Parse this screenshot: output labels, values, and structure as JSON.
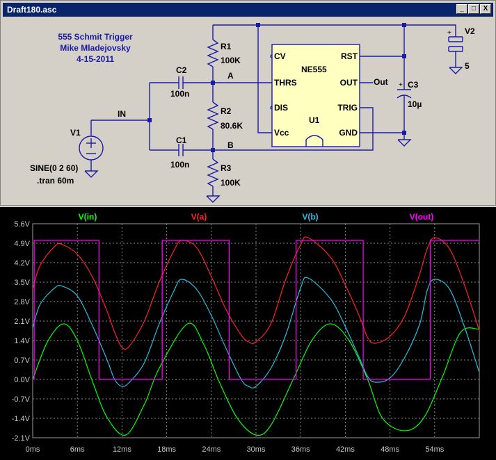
{
  "window": {
    "title": "Draft180.asc",
    "minimize": "_",
    "maximize": "□",
    "close": "X"
  },
  "schematic": {
    "header": [
      "555 Schmit Trigger",
      "Mike Mladejovsky",
      "4-15-2011"
    ],
    "components": {
      "R1": {
        "name": "R1",
        "value": "100K"
      },
      "R2": {
        "name": "R2",
        "value": "80.6K"
      },
      "R3": {
        "name": "R3",
        "value": "100K"
      },
      "C1": {
        "name": "C1",
        "value": "100n"
      },
      "C2": {
        "name": "C2",
        "value": "100n"
      },
      "C3": {
        "name": "C3",
        "value": "10µ"
      },
      "V1": {
        "name": "V1",
        "value": "SINE(0 2 60)"
      },
      "V2": {
        "name": "V2",
        "value": "5"
      },
      "U1": {
        "name": "U1",
        "part": "NE555"
      }
    },
    "pins": {
      "cv": "CV",
      "thrs": "THRS",
      "dis": "DIS",
      "vcc": "Vcc",
      "rst": "RST",
      "out": "OUT",
      "trig": "TRIG",
      "gnd": "GND"
    },
    "nets": {
      "in": "IN",
      "a": "A",
      "b": "B",
      "out": "Out"
    },
    "directive": ".tran 60m",
    "plus": "+"
  },
  "plot": {
    "legend": [
      {
        "label": "V(in)",
        "color": "#00ff00"
      },
      {
        "label": "V(a)",
        "color": "#ff2020"
      },
      {
        "label": "V(b)",
        "color": "#20c0e0"
      },
      {
        "label": "V(out)",
        "color": "#ff00ff"
      }
    ]
  },
  "chart_data": {
    "type": "line",
    "x_unit": "ms",
    "xlim": [
      0,
      60
    ],
    "ylim": [
      -2.1,
      5.6
    ],
    "x_ticks": [
      "0ms",
      "6ms",
      "12ms",
      "18ms",
      "24ms",
      "30ms",
      "36ms",
      "42ms",
      "48ms",
      "54ms"
    ],
    "y_ticks": [
      "5.6V",
      "4.9V",
      "4.2V",
      "3.5V",
      "2.8V",
      "2.1V",
      "1.4V",
      "0.7V",
      "0.0V",
      "-0.7V",
      "-1.4V",
      "-2.1V"
    ],
    "grid": true,
    "series": [
      {
        "name": "V(in)",
        "color": "#00ff00",
        "x": [
          0,
          2,
          4.17,
          6,
          8,
          10,
          12.5,
          15,
          17,
          20.8,
          23,
          25,
          27.5,
          30,
          32,
          35,
          37.5,
          40,
          42.5,
          45,
          47,
          50,
          52.5,
          55,
          57.5,
          60
        ],
        "y": [
          0,
          1.36,
          2.0,
          1.4,
          -0.05,
          -1.37,
          -2.0,
          -0.9,
          0.4,
          2.0,
          1.25,
          -0.05,
          -1.4,
          -2.0,
          -1.65,
          0,
          1.4,
          2.0,
          1.4,
          0,
          -1.4,
          -1.85,
          -1.4,
          0.06,
          1.7,
          1.8
        ]
      },
      {
        "name": "V(a)",
        "color": "#ff2020",
        "x": [
          0,
          1,
          3,
          4,
          6,
          8,
          10,
          11,
          12,
          13,
          15,
          17,
          19,
          20,
          22,
          24,
          26,
          28,
          29,
          30,
          32,
          34,
          36,
          37,
          40,
          42,
          44,
          45,
          46,
          48,
          50,
          52,
          53,
          54,
          56,
          58,
          60
        ],
        "y": [
          3.25,
          4.1,
          4.8,
          4.85,
          4.5,
          3.7,
          2.45,
          1.7,
          1.15,
          1.2,
          2.1,
          3.5,
          4.65,
          5.0,
          4.75,
          3.7,
          2.5,
          1.6,
          1.35,
          1.35,
          2.0,
          3.6,
          4.85,
          5.1,
          4.4,
          3.4,
          2.2,
          1.5,
          1.3,
          1.55,
          2.3,
          3.8,
          4.7,
          5.1,
          4.7,
          3.4,
          1.75
        ]
      },
      {
        "name": "V(b)",
        "color": "#20c0e0",
        "x": [
          0,
          1,
          3,
          4,
          6,
          8,
          10,
          11,
          12,
          13,
          15,
          17,
          19,
          20,
          22,
          24,
          26,
          28,
          29,
          30,
          32,
          34,
          36,
          37,
          40,
          42,
          44,
          45,
          46,
          48,
          50,
          52,
          53,
          54,
          56,
          58,
          60
        ],
        "y": [
          1.85,
          2.7,
          3.3,
          3.35,
          3.0,
          1.95,
          0.7,
          0.0,
          -0.25,
          -0.1,
          0.6,
          2.0,
          3.2,
          3.6,
          3.25,
          2.3,
          1.1,
          0.0,
          -0.25,
          -0.25,
          0.4,
          1.6,
          3.3,
          3.65,
          2.9,
          1.9,
          0.7,
          0.1,
          -0.1,
          0.05,
          0.8,
          2.0,
          3.2,
          3.6,
          3.25,
          1.9,
          0.25
        ]
      },
      {
        "name": "V(out)",
        "color": "#ff00ff",
        "x": [
          0,
          0.2,
          0.2,
          8.9,
          8.9,
          17.4,
          17.4,
          26.4,
          26.4,
          35.4,
          35.4,
          44.4,
          44.4,
          53.4,
          53.4,
          60
        ],
        "y": [
          0,
          0,
          5.0,
          5.0,
          0,
          0,
          5.0,
          5.0,
          0,
          0,
          5.0,
          5.0,
          0,
          0,
          5.0,
          5.0
        ]
      }
    ]
  }
}
